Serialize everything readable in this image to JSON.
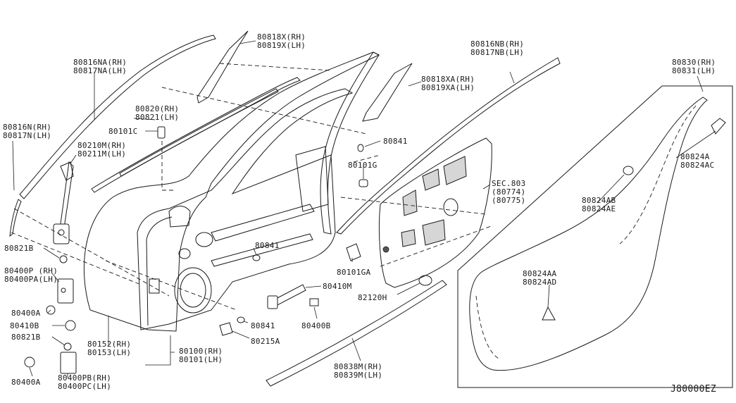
{
  "diagram_code": "J80000EZ",
  "labels": {
    "p80818X": [
      "80818X(RH)",
      "80819X(LH)"
    ],
    "p80816NA": [
      "80816NA(RH)",
      "80817NA(LH)"
    ],
    "p80816NB": [
      "80816NB(RH)",
      "80817NB(LH)"
    ],
    "p80830": [
      "80830(RH)",
      "80831(LH)"
    ],
    "p80818XA": [
      "80818XA(RH)",
      "80819XA(LH)"
    ],
    "p80820": [
      "80820(RH)",
      "80821(LH)"
    ],
    "p80101C": [
      "80101C"
    ],
    "p80816N": [
      "80816N(RH)",
      "80817N(LH)"
    ],
    "p80210M": [
      "80210M(RH)",
      "80211M(LH)"
    ],
    "p80841a": [
      "80841"
    ],
    "p80101G": [
      "80101G"
    ],
    "p80824A": [
      "80824A",
      "80824AC"
    ],
    "pSEC803": [
      "SEC.803",
      "(80774)",
      "(80775)"
    ],
    "p80824AB": [
      "80824AB",
      "80824AE"
    ],
    "p80821Ba": [
      "80821B"
    ],
    "p80841b": [
      "80841"
    ],
    "p80400P": [
      "80400P (RH)",
      "80400PA(LH)"
    ],
    "p80101GA": [
      "80101GA"
    ],
    "p80824AA": [
      "80824AA",
      "80824AD"
    ],
    "p80410M": [
      "80410M"
    ],
    "p82120H": [
      "82120H"
    ],
    "p80400A_a": [
      "80400A"
    ],
    "p80410B": [
      "80410B"
    ],
    "p80400B": [
      "80400B"
    ],
    "p80841c": [
      "80841"
    ],
    "p80821Bb": [
      "80821B"
    ],
    "p80215A": [
      "80215A"
    ],
    "p80152": [
      "80152(RH)",
      "80153(LH)"
    ],
    "p80100": [
      "80100(RH)",
      "80101(LH)"
    ],
    "p80838M": [
      "80838M(RH)",
      "80839M(LH)"
    ],
    "p80400A_b": [
      "80400A"
    ],
    "p80400PB": [
      "80400PB(RH)",
      "80400PC(LH)"
    ]
  }
}
